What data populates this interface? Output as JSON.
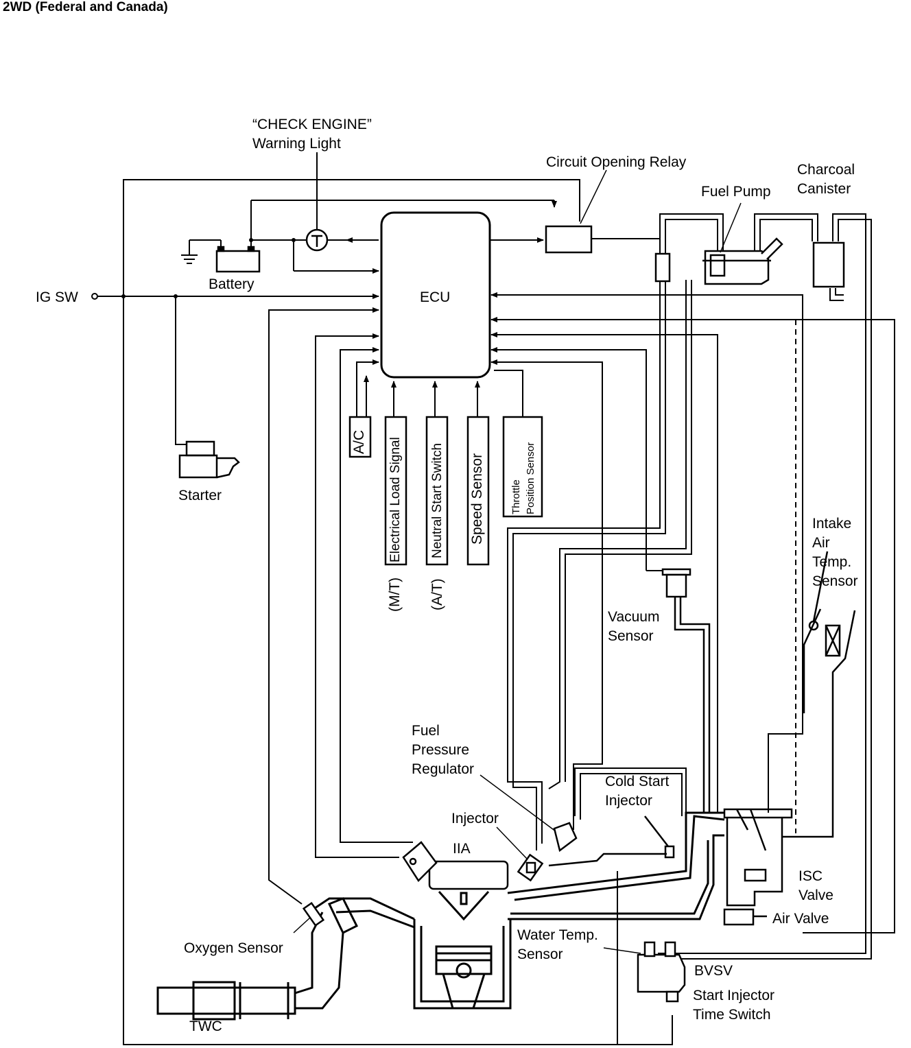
{
  "heading": "2WD (Federal and Canada)",
  "labels": {
    "check_engine_line1": "“CHECK ENGINE”",
    "check_engine_line2": "Warning Light",
    "circuit_opening_relay": "Circuit Opening Relay",
    "charcoal_line1": "Charcoal",
    "charcoal_line2": "Canister",
    "fuel_pump": "Fuel Pump",
    "battery": "Battery",
    "ig_sw": "IG SW",
    "ecu": "ECU",
    "starter": "Starter",
    "ac": "A/C",
    "electrical_load": "Electrical Load Signal",
    "mt": "(M/T)",
    "neutral_start": "Neutral Start Switch",
    "at": "(A/T)",
    "speed_sensor": "Speed Sensor",
    "throttle_line1": "Throttle",
    "throttle_line2": "Position Sensor",
    "intake_line1": "Intake",
    "intake_line2": "Air",
    "intake_line3": "Temp.",
    "intake_line4": "Sensor",
    "vacuum_line1": "Vacuum",
    "vacuum_line2": "Sensor",
    "fpr_line1": "Fuel",
    "fpr_line2": "Pressure",
    "fpr_line3": "Regulator",
    "cold_start_line1": "Cold Start",
    "cold_start_line2": "Injector",
    "injector": "Injector",
    "iia": "IIA",
    "isc_line1": "ISC",
    "isc_line2": "Valve",
    "air_valve": "Air Valve",
    "oxygen_sensor": "Oxygen Sensor",
    "water_temp_line1": "Water Temp.",
    "water_temp_line2": "Sensor",
    "bvsv": "BVSV",
    "start_injector_line1": "Start Injector",
    "start_injector_line2": "Time Switch",
    "twc": "TWC"
  }
}
